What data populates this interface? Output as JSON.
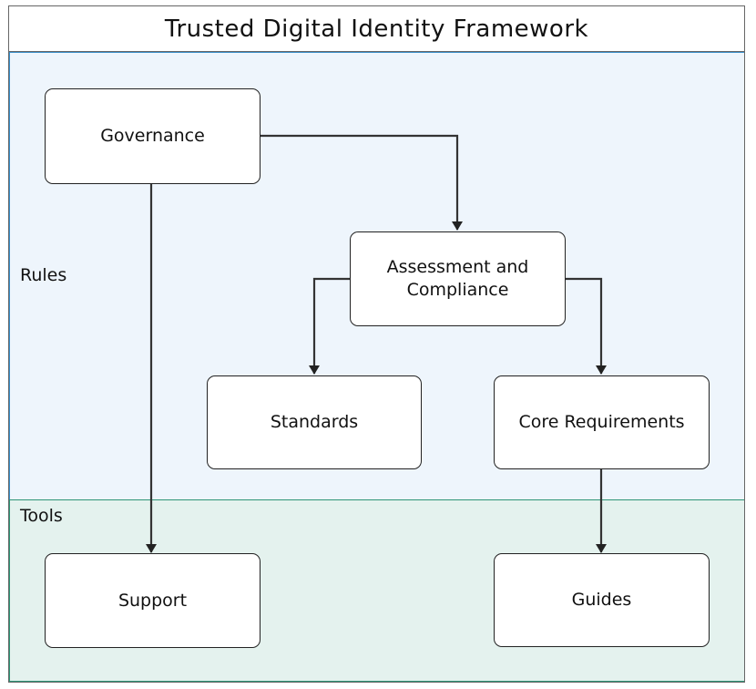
{
  "diagram": {
    "title": "Trusted Digital Identity Framework",
    "lanes": {
      "rules": {
        "label": "Rules",
        "fill": "#eef5fc",
        "border": "#3a8fc9"
      },
      "tools": {
        "label": "Tools",
        "fill": "#e4f2ee",
        "border": "#2f9577"
      }
    },
    "nodes": {
      "governance": "Governance",
      "assessment": "Assessment and Compliance",
      "standards": "Standards",
      "core": "Core Requirements",
      "support": "Support",
      "guides": "Guides"
    },
    "edges": [
      {
        "from": "Governance",
        "to": "Assessment and Compliance"
      },
      {
        "from": "Governance",
        "to": "Support"
      },
      {
        "from": "Assessment and Compliance",
        "to": "Standards"
      },
      {
        "from": "Assessment and Compliance",
        "to": "Core Requirements"
      },
      {
        "from": "Core Requirements",
        "to": "Guides"
      }
    ]
  }
}
